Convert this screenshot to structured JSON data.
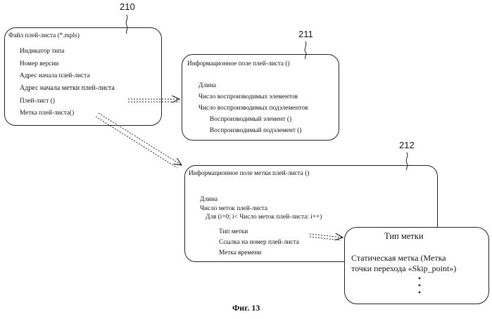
{
  "refs": {
    "box210": "210",
    "box211": "211",
    "box212": "212"
  },
  "box210": {
    "title": "Файл плей-листа (*.mpls)",
    "items": [
      "Индикатор типа",
      "Номер версии",
      "Адрес начала плей-листа",
      "Адрес начала метки плей-листа",
      "Плей-лист ()",
      "Метка плей-листа()"
    ]
  },
  "box211": {
    "title": "Информационное поле плей-листа ()",
    "fields": [
      "Длина",
      "Число воспроизводимых элементов",
      "Число воспроизводимых подэлементов"
    ],
    "sub_fields": [
      "Воспроизводимый элемент ()",
      "Воспроизводимый подэлемент ()"
    ]
  },
  "box212": {
    "title": "Информационное поле метки плей-листа ()",
    "fields": [
      "Длина",
      "Число меток плей-листа"
    ],
    "loop": "Для (i=0; i< Число меток плей-листа: i++)",
    "loop_fields": [
      "Тип метки",
      "Ссылка на номер плей-листа",
      "Метка времени"
    ]
  },
  "mark_type_box": {
    "title": "Тип метки",
    "line1": "Статическая метка (Метка",
    "line2": "точки перехода «Skip_point»)"
  },
  "caption": "Фиг. 13"
}
